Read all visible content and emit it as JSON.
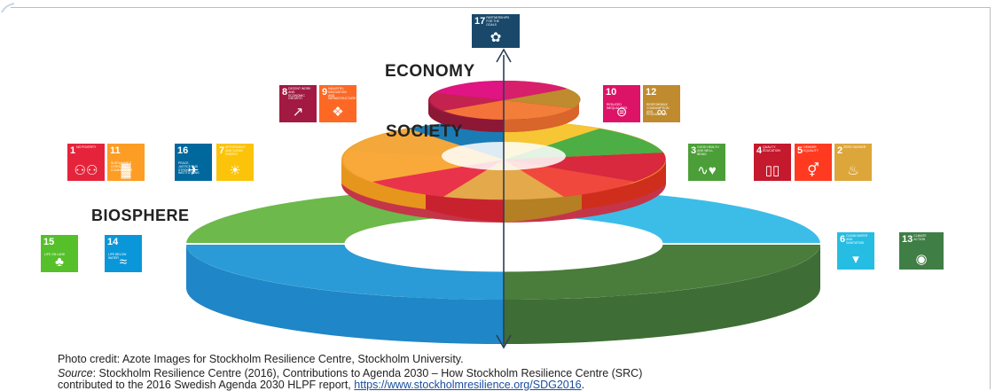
{
  "tiers": {
    "economy": "ECONOMY",
    "society": "SOCIETY",
    "biosphere": "BIOSPHERE"
  },
  "goals": [
    {
      "id": "g17",
      "number": "17",
      "label": "PARTNERSHIPS FOR THE GOALS",
      "color": "#19486A",
      "icon": "partnership-icon",
      "glyph": "✿"
    },
    {
      "id": "g8",
      "number": "8",
      "label": "DECENT WORK AND ECONOMIC GROWTH",
      "color": "#A21942",
      "icon": "growth-chart-icon",
      "glyph": "↗"
    },
    {
      "id": "g9",
      "number": "9",
      "label": "INDUSTRY, INNOVATION AND INFRASTRUCTURE",
      "color": "#FD6925",
      "icon": "cubes-icon",
      "glyph": "❖"
    },
    {
      "id": "g10",
      "number": "10",
      "label": "REDUCED INEQUALITIES",
      "color": "#DD1367",
      "icon": "equal-icon",
      "glyph": "⊜"
    },
    {
      "id": "g12",
      "number": "12",
      "label": "RESPONSIBLE CONSUMPTION AND PRODUCTION",
      "color": "#BF8B2E",
      "icon": "infinity-icon",
      "glyph": "∞"
    },
    {
      "id": "g1",
      "number": "1",
      "label": "NO POVERTY",
      "color": "#E5243B",
      "icon": "family-icon",
      "glyph": "⚇⚇"
    },
    {
      "id": "g11",
      "number": "11",
      "label": "SUSTAINABLE CITIES AND COMMUNITIES",
      "color": "#FD9D24",
      "icon": "city-icon",
      "glyph": "▓"
    },
    {
      "id": "g16",
      "number": "16",
      "label": "PEACE, JUSTICE AND STRONG INSTITUTIONS",
      "color": "#00689D",
      "icon": "dove-icon",
      "glyph": "✈"
    },
    {
      "id": "g7",
      "number": "7",
      "label": "AFFORDABLE AND CLEAN ENERGY",
      "color": "#FCC30B",
      "icon": "sun-icon",
      "glyph": "☀"
    },
    {
      "id": "g3",
      "number": "3",
      "label": "GOOD HEALTH AND WELL-BEING",
      "color": "#4C9F38",
      "icon": "heartbeat-icon",
      "glyph": "∿♥"
    },
    {
      "id": "g4",
      "number": "4",
      "label": "QUALITY EDUCATION",
      "color": "#C5192D",
      "icon": "book-icon",
      "glyph": "▯▯"
    },
    {
      "id": "g5",
      "number": "5",
      "label": "GENDER EQUALITY",
      "color": "#FF3A21",
      "icon": "gender-icon",
      "glyph": "⚥"
    },
    {
      "id": "g2",
      "number": "2",
      "label": "ZERO HUNGER",
      "color": "#DDA63A",
      "icon": "bowl-icon",
      "glyph": "♨"
    },
    {
      "id": "g15",
      "number": "15",
      "label": "LIFE ON LAND",
      "color": "#56C02B",
      "icon": "tree-icon",
      "glyph": "♣"
    },
    {
      "id": "g14",
      "number": "14",
      "label": "LIFE BELOW WATER",
      "color": "#0A97D9",
      "icon": "fish-icon",
      "glyph": "≈"
    },
    {
      "id": "g6",
      "number": "6",
      "label": "CLEAN WATER AND SANITATION",
      "color": "#26BDE2",
      "icon": "water-drop-icon",
      "glyph": "▾"
    },
    {
      "id": "g13",
      "number": "13",
      "label": "CLIMATE ACTION",
      "color": "#3F7E44",
      "icon": "eye-globe-icon",
      "glyph": "◉"
    }
  ],
  "caption": {
    "credit": "Photo credit: Azote Images for Stockholm Resilience Centre, Stockholm University.",
    "source_label": "Source",
    "source_text": ": Stockholm Resilience Centre (2016), Contributions to Agenda 2030 – How Stockholm Resilience Centre (SRC)",
    "source_text2": "contributed to the 2016 Swedish Agenda 2030 HLPF report, ",
    "link": "https://www.stockholmresilience.org/SDG2016",
    "link_end": "."
  },
  "colors": {
    "biosphere_green": "#6DB94B",
    "biosphere_blue": "#2A9BD6",
    "biosphere_dark_green": "#4A7C3B",
    "biosphere_light_blue": "#3CBDE8",
    "axis": "#2d3e57"
  }
}
